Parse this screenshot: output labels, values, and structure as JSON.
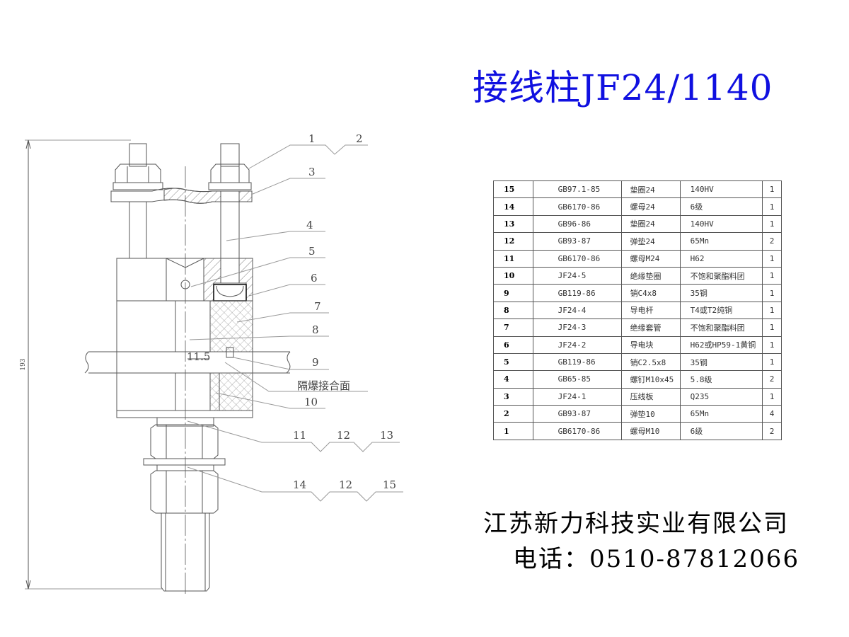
{
  "title": "接线柱JF24/1140",
  "company": "江苏新力科技实业有限公司",
  "phone": "电话：0510-87812066",
  "colors": {
    "title": "#1010e0",
    "lines": "#555555"
  },
  "drawing": {
    "dimension_overall": "193",
    "dimension_gap": "11.5",
    "flameproof_joint_label": "隔爆接合面",
    "callouts": {
      "c1": "1",
      "c2": "2",
      "c3": "3",
      "c4": "4",
      "c5": "5",
      "c6": "6",
      "c7": "7",
      "c8": "8",
      "c9": "9",
      "c10": "10",
      "c11": "11",
      "c12a": "12",
      "c13": "13",
      "c14": "14",
      "c12b": "12",
      "c15": "15"
    }
  },
  "bom": [
    {
      "no": "15",
      "code": "GB97.1-85",
      "name": "垫圈24",
      "material": "140HV",
      "qty": "1"
    },
    {
      "no": "14",
      "code": "GB6170-86",
      "name": "螺母24",
      "material": "6级",
      "qty": "1"
    },
    {
      "no": "13",
      "code": "GB96-86",
      "name": "垫圈24",
      "material": "140HV",
      "qty": "1"
    },
    {
      "no": "12",
      "code": "GB93-87",
      "name": "弹垫24",
      "material": "65Mn",
      "qty": "2"
    },
    {
      "no": "11",
      "code": "GB6170-86",
      "name": "螺母M24",
      "material": "H62",
      "qty": "1"
    },
    {
      "no": "10",
      "code": "JF24-5",
      "name": "绝缘垫圈",
      "material": "不饱和聚酯料团",
      "qty": "1"
    },
    {
      "no": "9",
      "code": "GB119-86",
      "name": "销C4x8",
      "material": "35钢",
      "qty": "1"
    },
    {
      "no": "8",
      "code": "JF24-4",
      "name": "导电杆",
      "material": "T4或T2纯铜",
      "qty": "1"
    },
    {
      "no": "7",
      "code": "JF24-3",
      "name": "绝缘套管",
      "material": "不饱和聚酯料团",
      "qty": "1"
    },
    {
      "no": "6",
      "code": "JF24-2",
      "name": "导电块",
      "material": "H62或HP59-1黄铜",
      "qty": "1"
    },
    {
      "no": "5",
      "code": "GB119-86",
      "name": "销C2.5x8",
      "material": "35钢",
      "qty": "1"
    },
    {
      "no": "4",
      "code": "GB65-85",
      "name": "螺钉M10x45",
      "material": "5.8级",
      "qty": "2"
    },
    {
      "no": "3",
      "code": "JF24-1",
      "name": "压线板",
      "material": "Q235",
      "qty": "1"
    },
    {
      "no": "2",
      "code": "GB93-87",
      "name": "弹垫10",
      "material": "65Mn",
      "qty": "4"
    },
    {
      "no": "1",
      "code": "GB6170-86",
      "name": "螺母M10",
      "material": "6级",
      "qty": "2"
    }
  ]
}
